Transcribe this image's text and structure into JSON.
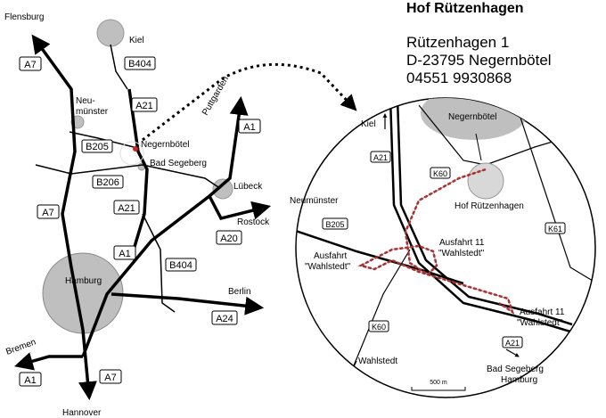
{
  "info": {
    "title": "Hof Rützenhagen",
    "street": "Rützenhagen 1",
    "city": "D-23795 Negernbötel",
    "phone": "04551 9930868"
  },
  "overview": {
    "cities": {
      "flensburg": "Flensburg",
      "kiel": "Kiel",
      "neumuenster_1": "Neu-",
      "neumuenster_2": "münster",
      "negernboetel": "Negernbötel",
      "bad_segeberg": "Bad Segeberg",
      "luebeck": "Lübeck",
      "hamburg": "Hamburg",
      "puttgarden": "Puttgarden",
      "rostock": "Rostock",
      "berlin": "Berlin",
      "bremen": "Bremen",
      "hannover": "Hannover"
    },
    "shields": {
      "a7_top": "A7",
      "b404_top": "B404",
      "a21_top": "A21",
      "a1_right": "A1",
      "b205": "B205",
      "b206": "B206",
      "a7_mid": "A7",
      "a21_mid": "A21",
      "a20": "A20",
      "a1_mid": "A1",
      "b404_bottom": "B404",
      "a24": "A24",
      "a1_bottom": "A1",
      "a7_bottom": "A7"
    }
  },
  "detail": {
    "labels": {
      "negernboetel": "Negernbötel",
      "kiel": "Kiel",
      "hof": "Hof Rützenhagen",
      "neumuenster": "Neumünster",
      "ausfahrt_left_1": "Ausfahrt",
      "ausfahrt_left_2": "\"Wahlstedt\"",
      "ausfahrt_mid_1": "Ausfahrt 11",
      "ausfahrt_mid_2": "\"Wahlstedt\"",
      "ausfahrt_right_1": "Ausfahrt 11",
      "ausfahrt_right_2": "\"Wahlstedt\"",
      "wahlstedt": "Wahlstedt",
      "bad_segeberg": "Bad Segeberg",
      "hamburg": "Hamburg",
      "scale": "500 m"
    },
    "shields": {
      "a21_top": "A21",
      "k60_top": "K60",
      "k61": "K61",
      "b205": "B205",
      "k60_bottom": "K60",
      "a21_bottom": "A21"
    }
  },
  "colors": {
    "route": "#cc2222",
    "city_fill": "#bfbfbf",
    "road": "#000000"
  }
}
